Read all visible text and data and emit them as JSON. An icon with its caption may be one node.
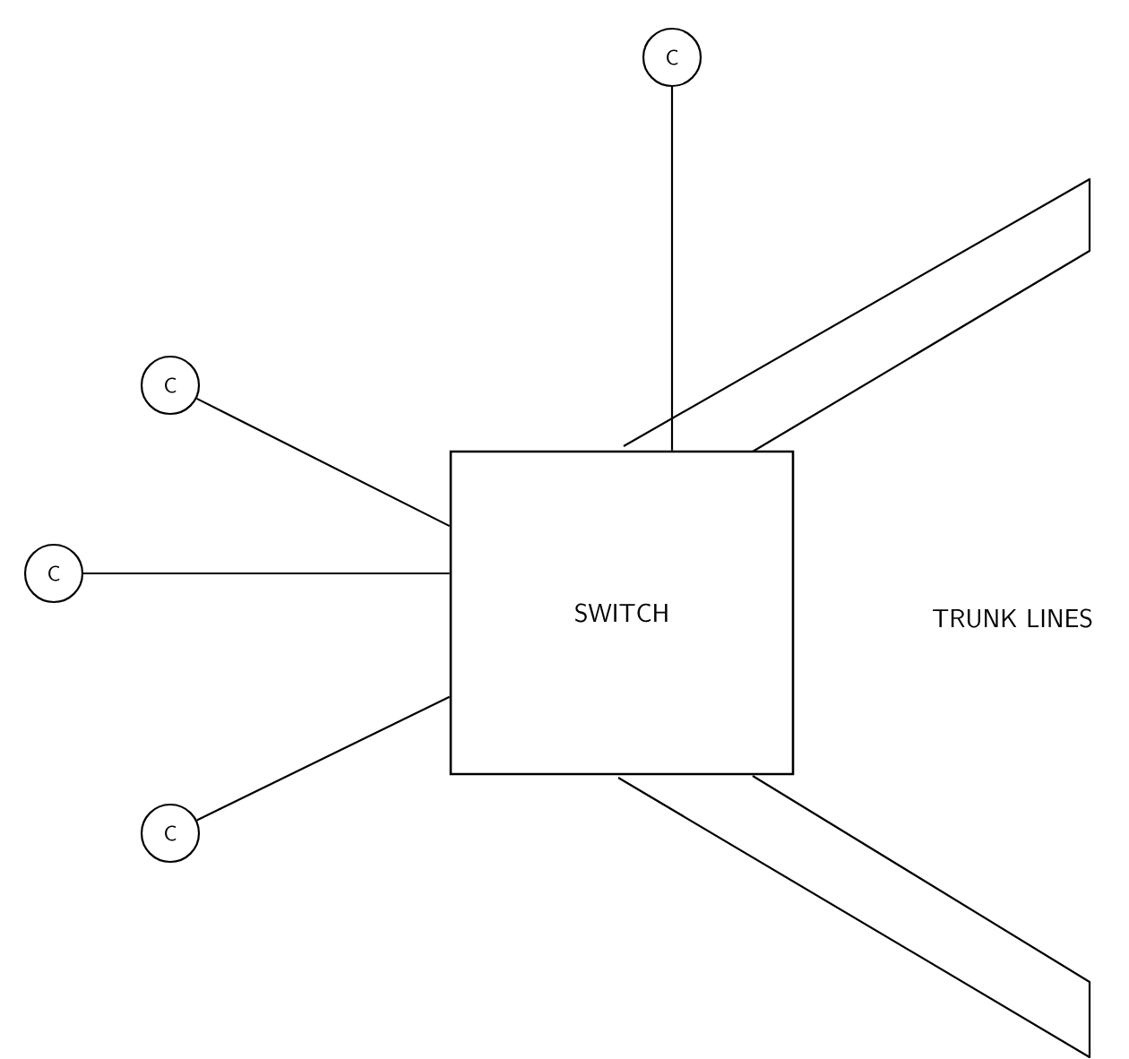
{
  "diagram": {
    "nodes": [
      {
        "text": [
          "C"
        ]
      },
      {
        "text": [
          "C"
        ]
      },
      {
        "text": [
          "C"
        ]
      },
      {
        "text": [
          "SWITCH"
        ]
      },
      {
        "text": [
          "C"
        ]
      }
    ],
    "edges": [
      {
        "from": 0,
        "to": 3,
        "arrow": "none"
      },
      {
        "from": 1,
        "to": 3,
        "arrow": "none"
      },
      {
        "from": 2,
        "to": 3,
        "arrow": "none"
      },
      {
        "from": 4,
        "to": 3,
        "arrow": "none"
      }
    ],
    "labels": [
      "TRUNK LINES"
    ]
  }
}
